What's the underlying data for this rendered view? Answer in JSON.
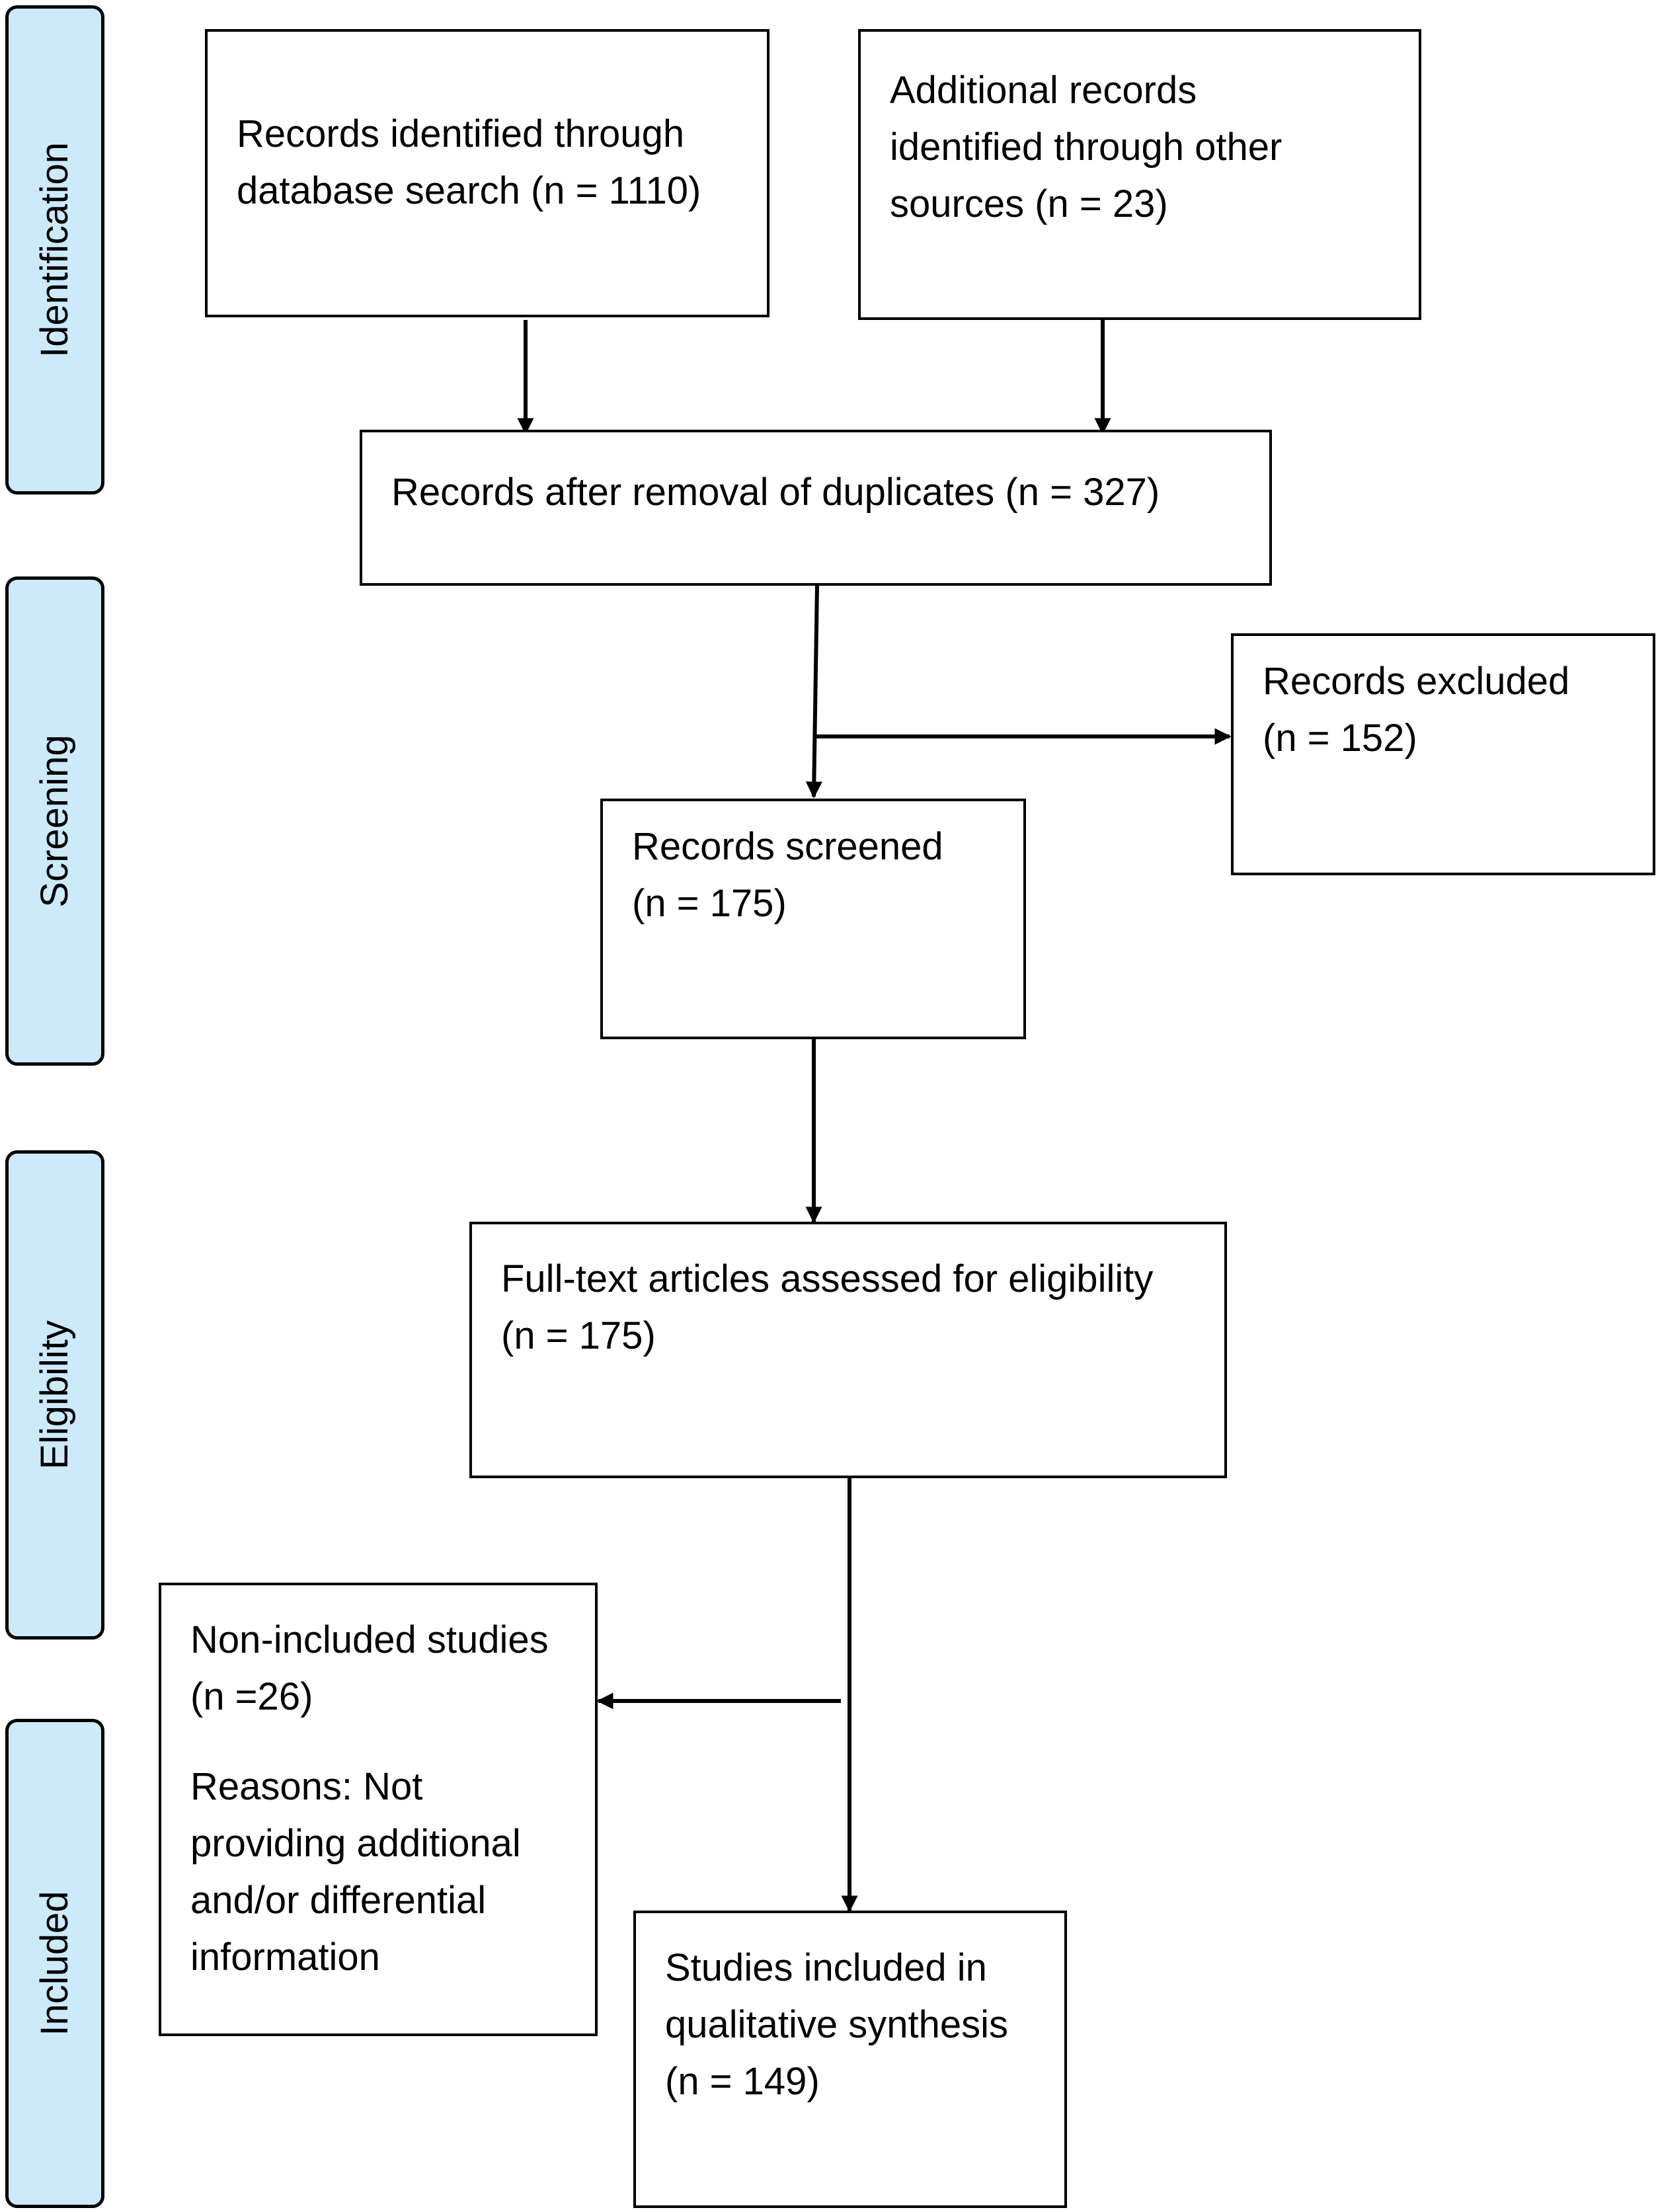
{
  "phases": {
    "identification": "Identification",
    "screening": "Screening",
    "eligibility": "Eligibility",
    "included": "Included"
  },
  "boxes": {
    "database_search": {
      "lines": [
        "Records identified through",
        "database search (n = 1110)"
      ]
    },
    "other_sources": {
      "lines": [
        "Additional records",
        "identified through other",
        "sources (n = 23)"
      ]
    },
    "after_duplicates": {
      "lines": [
        "Records after removal of duplicates (n = 327)"
      ]
    },
    "records_excluded": {
      "lines": [
        "Records excluded",
        "(n = 152)"
      ]
    },
    "records_screened": {
      "lines": [
        "Records screened",
        "(n = 175)"
      ]
    },
    "fulltext_assessed": {
      "lines": [
        "Full-text articles assessed for eligibility",
        "(n = 175)"
      ]
    },
    "non_included": {
      "lines": [
        "Non-included studies",
        "(n =26)"
      ],
      "reasons": [
        "Reasons: Not",
        "providing additional",
        "and/or differential",
        "information"
      ]
    },
    "studies_included": {
      "lines": [
        "Studies included in",
        "qualitative synthesis",
        "(n = 149)"
      ]
    }
  },
  "colors": {
    "phase_fill": "#cdeafb",
    "stroke": "#000000",
    "box_fill": "#ffffff"
  }
}
